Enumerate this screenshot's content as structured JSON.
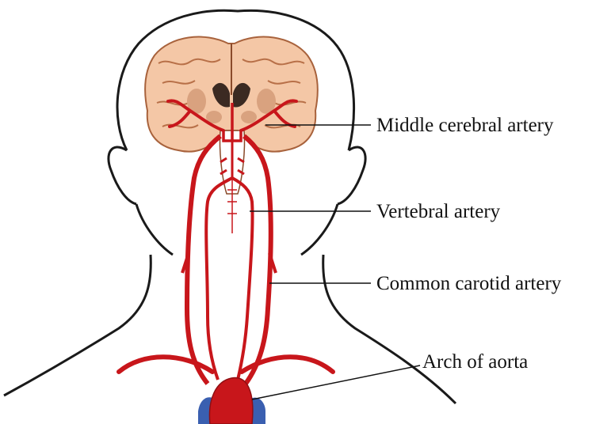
{
  "labels": {
    "middle_cerebral_artery": "Middle cerebral artery",
    "vertebral_artery": "Vertebral artery",
    "common_carotid_artery": "Common carotid artery",
    "arch_of_aorta": "Arch of aorta"
  },
  "colors": {
    "artery_red": "#c8161b",
    "artery_dark": "#8f0f13",
    "brain_tissue": "#f4c7a6",
    "brain_gray": "#d9a27f",
    "vein_blue": "#3a5fb0",
    "outline": "#1a1a1a"
  }
}
